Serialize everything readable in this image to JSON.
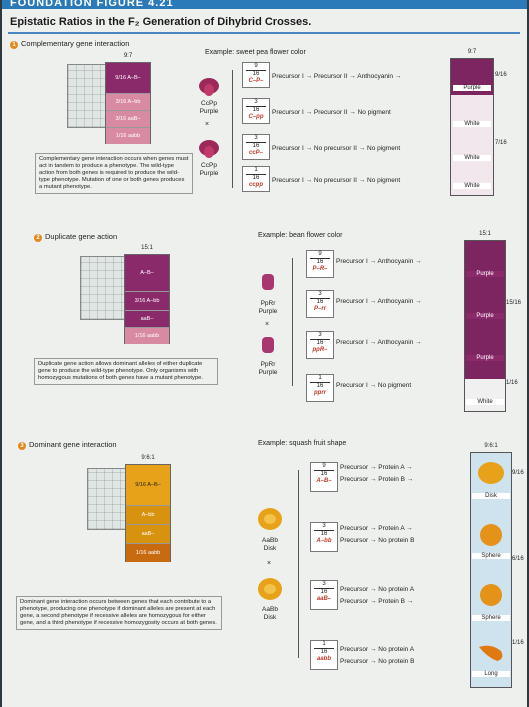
{
  "header": {
    "figure_label": "FOUNDATION FIGURE 4.21",
    "title": "Epistatic Ratios in the F₂ Generation of Dihybrid Crosses."
  },
  "sections": [
    {
      "number": "1",
      "heading": "Complementary gene interaction",
      "example": "Example: sweet pea flower color",
      "ratio": "9:7",
      "panel_rows": [
        "9/16 A–B–",
        "3/16 A–bb",
        "3/16 aaB–",
        "1/16 aabb"
      ],
      "description": "Complementary gene interaction occurs when genes must act in tandem to produce a phenotype. The wild-type action from both genes is required to produce the wild-type phenotype. Mutation of one or both genes produces a mutant phenotype.",
      "parent1": {
        "genotype": "CcPp",
        "phenotype": "Purple"
      },
      "parent2": {
        "genotype": "CcPp",
        "phenotype": "Purple"
      },
      "cross": "×",
      "pathways": [
        {
          "num": "9",
          "den": "16",
          "genotype": "C–P–",
          "text": "Precursor I → Precursor II → Anthocyanin →",
          "result": "Purple"
        },
        {
          "num": "3",
          "den": "16",
          "genotype": "C–pp",
          "text": "Precursor I → Precursor II → No pigment",
          "result": "White"
        },
        {
          "num": "3",
          "den": "16",
          "genotype": "ccP–",
          "text": "Precursor I → No precursor II → No pigment",
          "result": "White"
        },
        {
          "num": "1",
          "den": "16",
          "genotype": "ccpp",
          "text": "Precursor I → No precursor II → No pigment",
          "result": "White"
        }
      ],
      "side_ratios": [
        "9/16",
        "7/16"
      ]
    },
    {
      "number": "2",
      "heading": "Duplicate gene action",
      "example": "Example: bean flower color",
      "ratio": "15:1",
      "panel_rows": [
        "A–B–",
        "3/16 A–bb",
        "aaB–",
        "1/16 aabb"
      ],
      "description": "Duplicate gene action allows dominant alleles of either duplicate gene to produce the wild-type phenotype. Only organisms with homozygous mutations of both genes have a mutant phenotype.",
      "parent1": {
        "genotype": "PpRr",
        "phenotype": "Purple"
      },
      "parent2": {
        "genotype": "PpRr",
        "phenotype": "Purple"
      },
      "cross": "×",
      "pathways": [
        {
          "num": "9",
          "den": "16",
          "genotype": "P–R–",
          "text": "Precursor I → Anthocyanin →",
          "result": "Purple"
        },
        {
          "num": "3",
          "den": "16",
          "genotype": "P–rr",
          "text": "Precursor I → Anthocyanin →",
          "result": "Purple"
        },
        {
          "num": "3",
          "den": "16",
          "genotype": "ppR–",
          "text": "Precursor I → Anthocyanin →",
          "result": "Purple"
        },
        {
          "num": "1",
          "den": "16",
          "genotype": "pprr",
          "text": "Precursor I → No pigment",
          "result": "White"
        }
      ],
      "side_ratios": [
        "15/16",
        "1/16"
      ]
    },
    {
      "number": "3",
      "heading": "Dominant gene interaction",
      "example": "Example: squash fruit shape",
      "ratio": "9:6:1",
      "panel_rows": [
        "9/16 A–B–",
        "A–bb",
        "aaB–",
        "1/16 aabb"
      ],
      "description": "Dominant gene interaction occurs between genes that each contribute to a phenotype, producing one phenotype if dominant alleles are present at each gene, a second phenotype if recessive alleles are homozygous for either gene, and a third phenotype if recessive homozygosity occurs at both genes.",
      "parent1": {
        "genotype": "AaBb",
        "phenotype": "Disk"
      },
      "parent2": {
        "genotype": "AaBb",
        "phenotype": "Disk"
      },
      "cross": "×",
      "pathways": [
        {
          "num": "9",
          "den": "16",
          "genotype": "A–B–",
          "text1": "Precursor → Protein A →",
          "text2": "Precursor → Protein B →",
          "result": "Disk"
        },
        {
          "num": "3",
          "den": "16",
          "genotype": "A–bb",
          "text1": "Precursor → Protein A →",
          "text2": "Precursor → No protein B",
          "result": "Sphere"
        },
        {
          "num": "3",
          "den": "16",
          "genotype": "aaB–",
          "text1": "Precursor → No protein A",
          "text2": "Precursor → Protein B →",
          "result": "Sphere"
        },
        {
          "num": "1",
          "den": "16",
          "genotype": "aabb",
          "text1": "Precursor → No protein A",
          "text2": "Precursor → No protein B",
          "result": "Long"
        }
      ],
      "side_ratios": [
        "9/16",
        "6/16",
        "1/16"
      ]
    }
  ],
  "colors": {
    "accent_blue": "#2a79b8",
    "purple": "#8b2a6b",
    "pink": "#d98aa3",
    "red_allele": "#d9322a",
    "blue_allele": "#2a5fb0",
    "squash_orange": "#e8a21a",
    "long_orange": "#e07a10"
  }
}
